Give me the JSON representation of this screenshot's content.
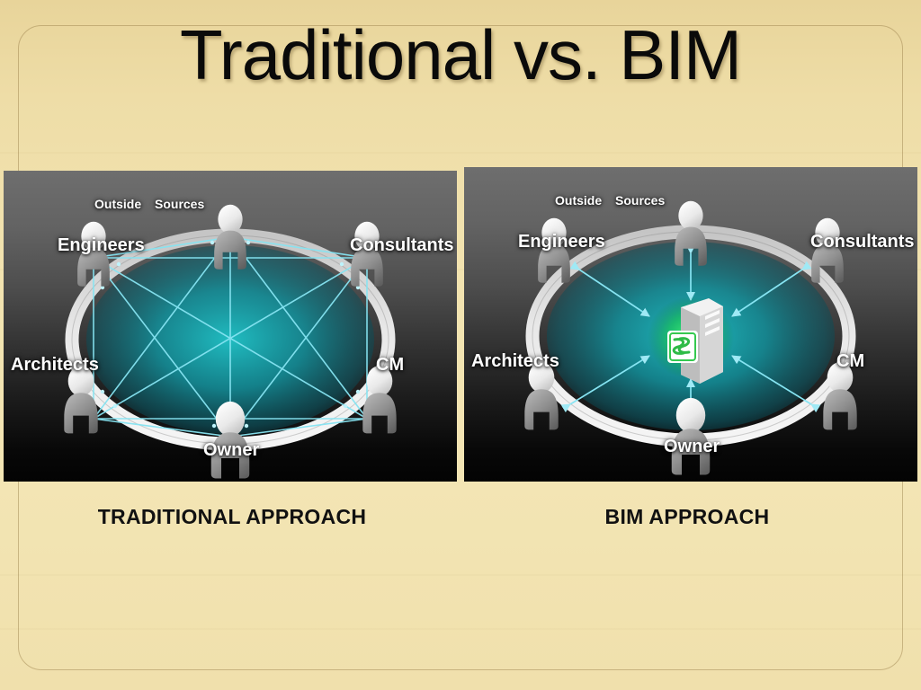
{
  "slide": {
    "title": "Traditional vs. BIM",
    "background_color": "#f0dfab",
    "title_color": "#000000"
  },
  "diagrams": [
    {
      "id": "traditional",
      "caption": "TRADITIONAL APPROACH",
      "connection_style": "mesh",
      "has_center_hub": false,
      "roles": [
        {
          "key": "outside-sources",
          "label_parts": [
            "Outside",
            "Sources"
          ],
          "label": "Outside Sources",
          "position": "top"
        },
        {
          "key": "engineers",
          "label": "Engineers",
          "position": "upper-left"
        },
        {
          "key": "consultants",
          "label": "Consultants",
          "position": "upper-right"
        },
        {
          "key": "architects",
          "label": "Architects",
          "position": "left"
        },
        {
          "key": "cm",
          "label": "CM",
          "position": "right"
        },
        {
          "key": "owner",
          "label": "Owner",
          "position": "bottom"
        }
      ],
      "colors": {
        "link": "#7fe0ee",
        "glow": "#0e8694",
        "ring": "#e8e8e8"
      }
    },
    {
      "id": "bim",
      "caption": "BIM APPROACH",
      "connection_style": "hub-and-spoke",
      "has_center_hub": true,
      "center_hub": {
        "name": "bim-server-model",
        "badge": "S",
        "glow_color": "#22d24a"
      },
      "roles": [
        {
          "key": "outside-sources",
          "label_parts": [
            "Outside",
            "Sources"
          ],
          "label": "Outside Sources",
          "position": "top"
        },
        {
          "key": "engineers",
          "label": "Engineers",
          "position": "upper-left"
        },
        {
          "key": "consultants",
          "label": "Consultants",
          "position": "upper-right"
        },
        {
          "key": "architects",
          "label": "Architects",
          "position": "left"
        },
        {
          "key": "cm",
          "label": "CM",
          "position": "right"
        },
        {
          "key": "owner",
          "label": "Owner",
          "position": "bottom"
        }
      ],
      "colors": {
        "link": "#7fe0ee",
        "glow": "#0e8694",
        "ring": "#e8e8e8"
      }
    }
  ]
}
